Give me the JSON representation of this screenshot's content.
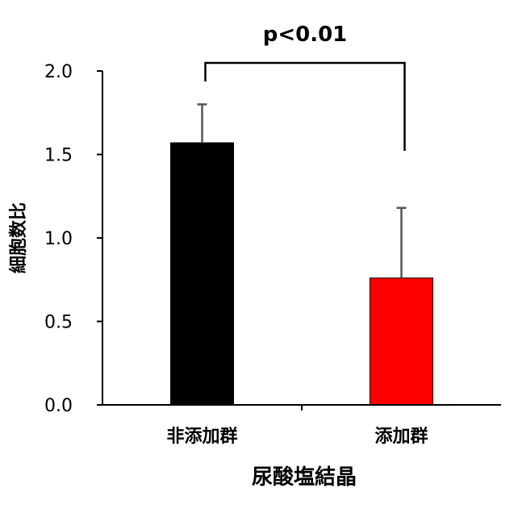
{
  "chart_data": {
    "type": "bar",
    "title": "",
    "xlabel": "尿酸塩結晶",
    "ylabel": "細胞数比",
    "categories": [
      "非添加群",
      "添加群"
    ],
    "values": [
      1.57,
      0.76
    ],
    "errors": [
      0.23,
      0.42
    ],
    "colors": [
      "#000000",
      "#ff0000"
    ],
    "ylim": [
      0,
      2.0
    ],
    "yticks": [
      "0.0",
      "0.5",
      "1.0",
      "1.5",
      "2.0"
    ],
    "ytick_values": [
      0,
      0.5,
      1.0,
      1.5,
      2.0
    ],
    "grid": false,
    "legend": "none",
    "annotation": {
      "text": "p<0.01",
      "between": [
        0,
        1
      ]
    }
  }
}
